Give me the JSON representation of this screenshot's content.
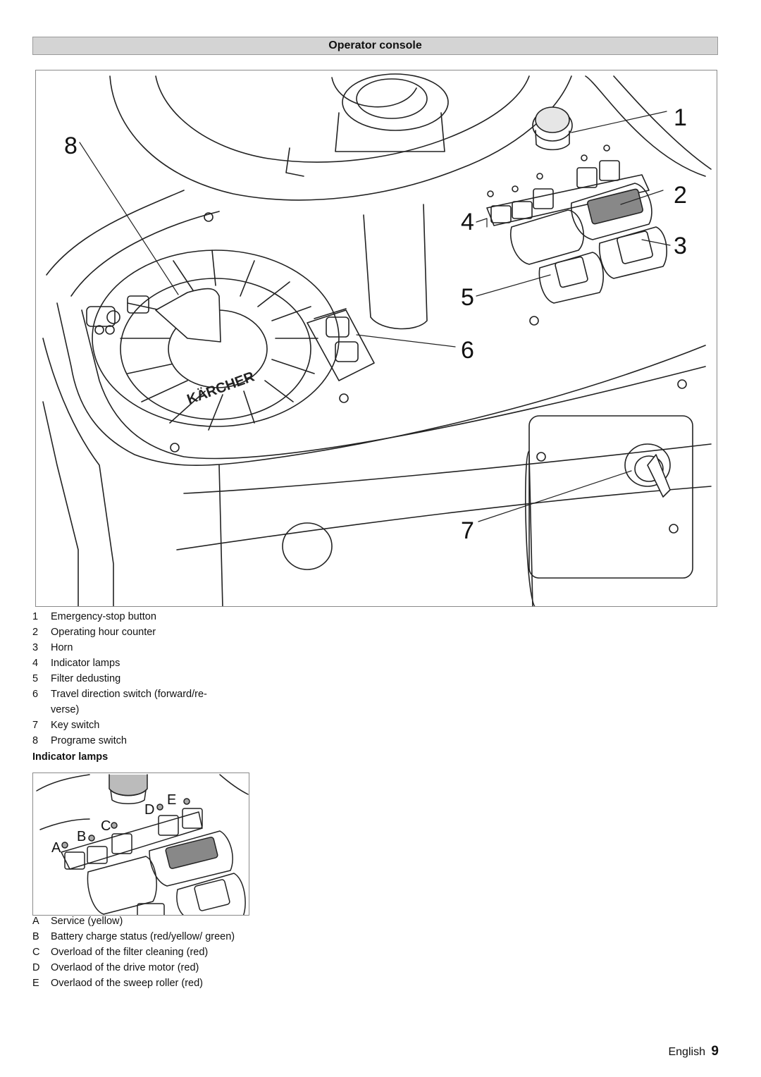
{
  "section_title": "Operator console",
  "main_figure": {
    "callouts": [
      "1",
      "2",
      "3",
      "4",
      "5",
      "6",
      "7",
      "8"
    ],
    "brand_label": "KÄRCHER"
  },
  "components": [
    {
      "num": "1",
      "label": "Emergency-stop button"
    },
    {
      "num": "2",
      "label": "Operating hour counter"
    },
    {
      "num": "3",
      "label": "Horn"
    },
    {
      "num": "4",
      "label": "Indicator lamps"
    },
    {
      "num": "5",
      "label": "Filter dedusting"
    },
    {
      "num": "6",
      "label": "Travel direction switch (forward/re-verse)"
    },
    {
      "num": "7",
      "label": "Key switch"
    },
    {
      "num": "8",
      "label": "Programe switch"
    }
  ],
  "indicator_heading": "Indicator lamps",
  "indicator_figure": {
    "letters": [
      "A",
      "B",
      "C",
      "D",
      "E"
    ]
  },
  "indicators": [
    {
      "letter": "A",
      "label": "Service (yellow)"
    },
    {
      "letter": "B",
      "label": "Battery charge status (red/yellow/ green)"
    },
    {
      "letter": "C",
      "label": "Overload of the filter cleaning (red)"
    },
    {
      "letter": "D",
      "label": "Overlaod of the drive motor (red)"
    },
    {
      "letter": "E",
      "label": "Overlaod of the sweep roller (red)"
    }
  ],
  "footer": {
    "language": "English",
    "page": "9"
  }
}
